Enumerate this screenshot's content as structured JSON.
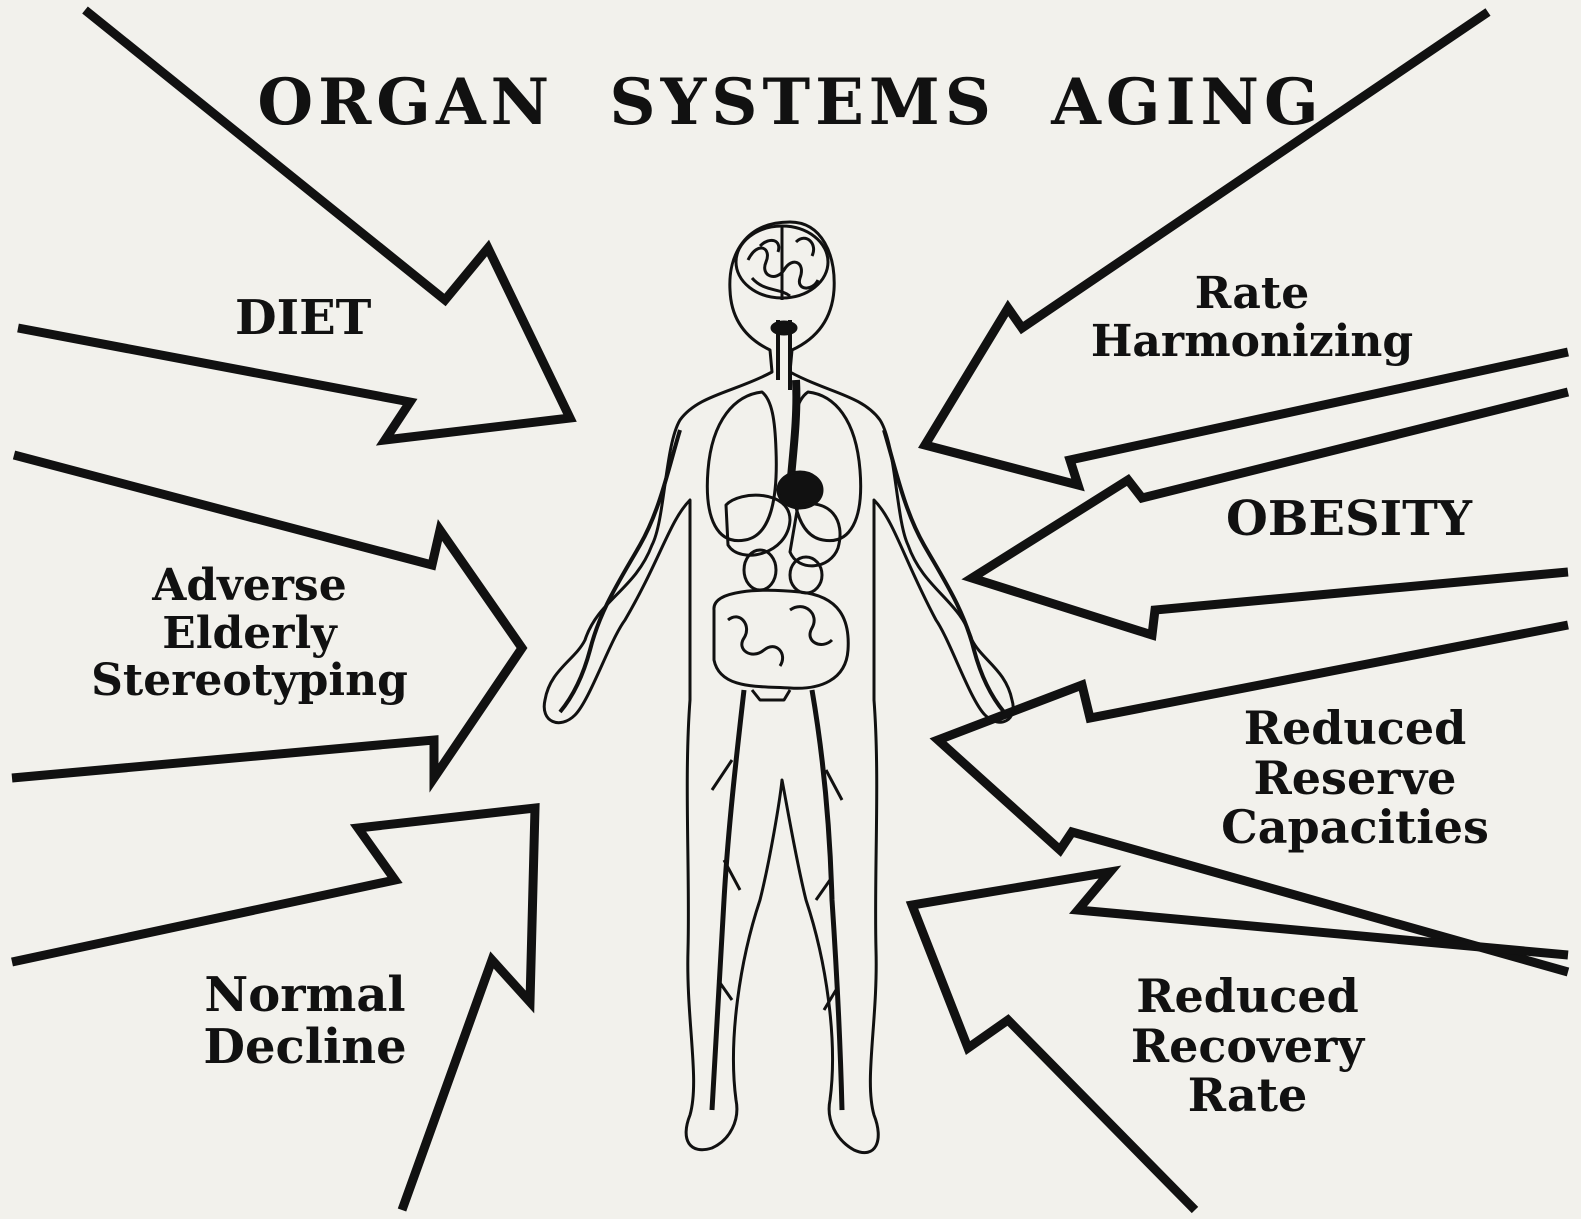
{
  "title": "ORGAN SYSTEMS AGING",
  "factors": {
    "diet": "DIET",
    "adverse_stereotyping": [
      "Adverse",
      "Elderly",
      "Stereotyping"
    ],
    "normal_decline": [
      "Normal",
      "Decline"
    ],
    "rate_harmonizing": [
      "Rate",
      "Harmonizing"
    ],
    "obesity": "OBESITY",
    "reduced_reserve": [
      "Reduced",
      "Reserve",
      "Capacities"
    ],
    "reduced_recovery": [
      "Reduced",
      "Recovery",
      "Rate"
    ]
  },
  "figure": {
    "icon": "human-anatomy-figure-icon",
    "colors": {
      "ink": "#111111",
      "paper": "#f2f1ec"
    }
  }
}
